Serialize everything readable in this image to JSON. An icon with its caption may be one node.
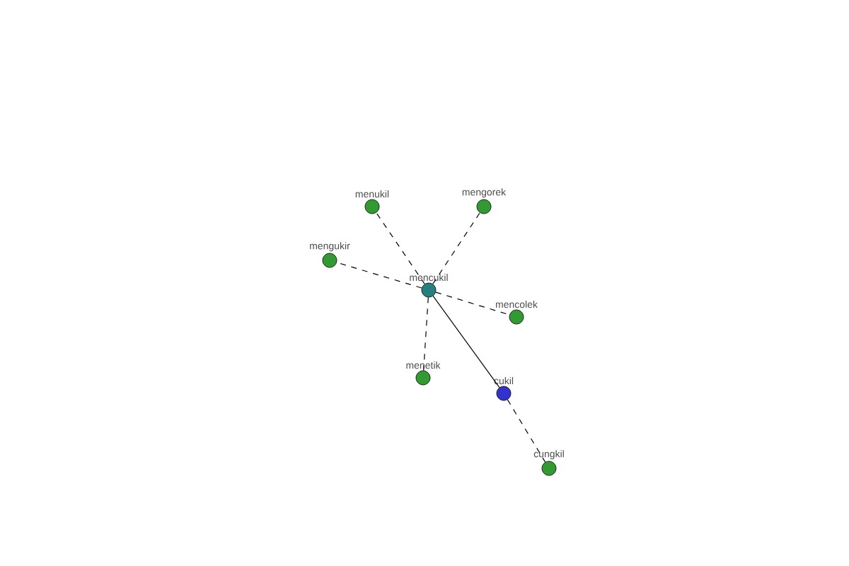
{
  "diagram": {
    "nodes": [
      {
        "text": [
          "mencukil"
        ]
      },
      {
        "text": [
          "menukil"
        ]
      },
      {
        "text": [
          "mengorek"
        ]
      },
      {
        "text": [
          "mengukir"
        ]
      },
      {
        "text": [
          "mencolek"
        ]
      },
      {
        "text": [
          "menetik"
        ]
      },
      {
        "text": [
          "cukil"
        ]
      },
      {
        "text": [
          "cungkil"
        ]
      }
    ],
    "edges": [
      {
        "from": 0,
        "to": 1,
        "arrow": "none",
        "style": "dashed"
      },
      {
        "from": 0,
        "to": 2,
        "arrow": "none",
        "style": "dashed"
      },
      {
        "from": 0,
        "to": 3,
        "arrow": "none",
        "style": "dashed"
      },
      {
        "from": 0,
        "to": 4,
        "arrow": "none",
        "style": "dashed"
      },
      {
        "from": 0,
        "to": 5,
        "arrow": "none",
        "style": "dashed"
      },
      {
        "from": 0,
        "to": 6,
        "arrow": "none"
      },
      {
        "from": 6,
        "to": 7,
        "arrow": "none",
        "style": "dashed"
      }
    ]
  }
}
